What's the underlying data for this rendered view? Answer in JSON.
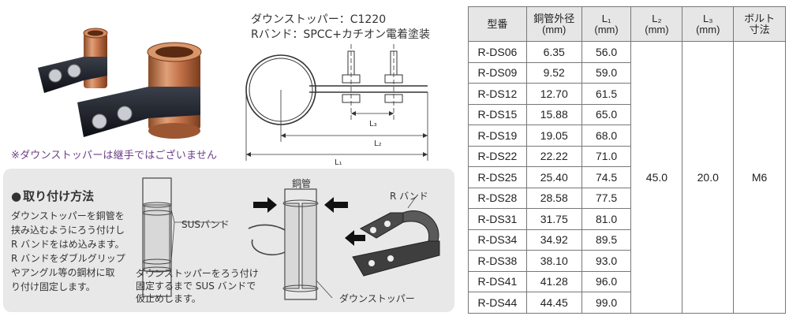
{
  "photo_note": "※ダウンストッパーは継手ではございません",
  "spec": {
    "line1": "ダウンストッパー：C1220",
    "line2": "Rバンド：SPCC+カチオン電着塗装"
  },
  "diagram_labels": {
    "l3": "L₃",
    "l2": "L₂",
    "l1": "L₁"
  },
  "install": {
    "heading": "取り付け方法",
    "lines": [
      "ダウンストッパーを銅管を",
      "挟み込むようにろう付けし",
      "R バンドをはめ込みます。",
      "R バンドをダブルグリップ",
      "やアングル等の鋼材に取",
      "り付け固定します。"
    ],
    "label_sus_band": "SUSバンド",
    "label_copper_pipe": "銅管",
    "label_r_band": "R バンド",
    "label_down_stopper": "ダウンストッパー",
    "caption_line1": "ダウンストッパーをろう付け",
    "caption_line2": "固定するまで SUS バンドで",
    "caption_line3": "仮止めします。"
  },
  "table": {
    "headers": {
      "model": "型番",
      "od_line1": "銅管外径",
      "od_line2": "(mm)",
      "l1_line1": "L₁",
      "l1_line2": "(mm)",
      "l2_line1": "L₂",
      "l2_line2": "(mm)",
      "l3_line1": "L₃",
      "l3_line2": "(mm)",
      "bolt_line1": "ボルト",
      "bolt_line2": "寸法"
    },
    "rows": [
      {
        "model": "R-DS06",
        "od": "6.35",
        "l1": "56.0"
      },
      {
        "model": "R-DS09",
        "od": "9.52",
        "l1": "59.0"
      },
      {
        "model": "R-DS12",
        "od": "12.70",
        "l1": "61.5"
      },
      {
        "model": "R-DS15",
        "od": "15.88",
        "l1": "65.0"
      },
      {
        "model": "R-DS19",
        "od": "19.05",
        "l1": "68.0"
      },
      {
        "model": "R-DS22",
        "od": "22.22",
        "l1": "71.0"
      },
      {
        "model": "R-DS25",
        "od": "25.40",
        "l1": "74.5"
      },
      {
        "model": "R-DS28",
        "od": "28.58",
        "l1": "77.5"
      },
      {
        "model": "R-DS31",
        "od": "31.75",
        "l1": "81.0"
      },
      {
        "model": "R-DS34",
        "od": "34.92",
        "l1": "89.5"
      },
      {
        "model": "R-DS38",
        "od": "38.10",
        "l1": "93.0"
      },
      {
        "model": "R-DS41",
        "od": "41.28",
        "l1": "96.0"
      },
      {
        "model": "R-DS44",
        "od": "44.45",
        "l1": "99.0"
      }
    ],
    "l2_common": "45.0",
    "l3_common": "20.0",
    "bolt_common": "M6"
  }
}
